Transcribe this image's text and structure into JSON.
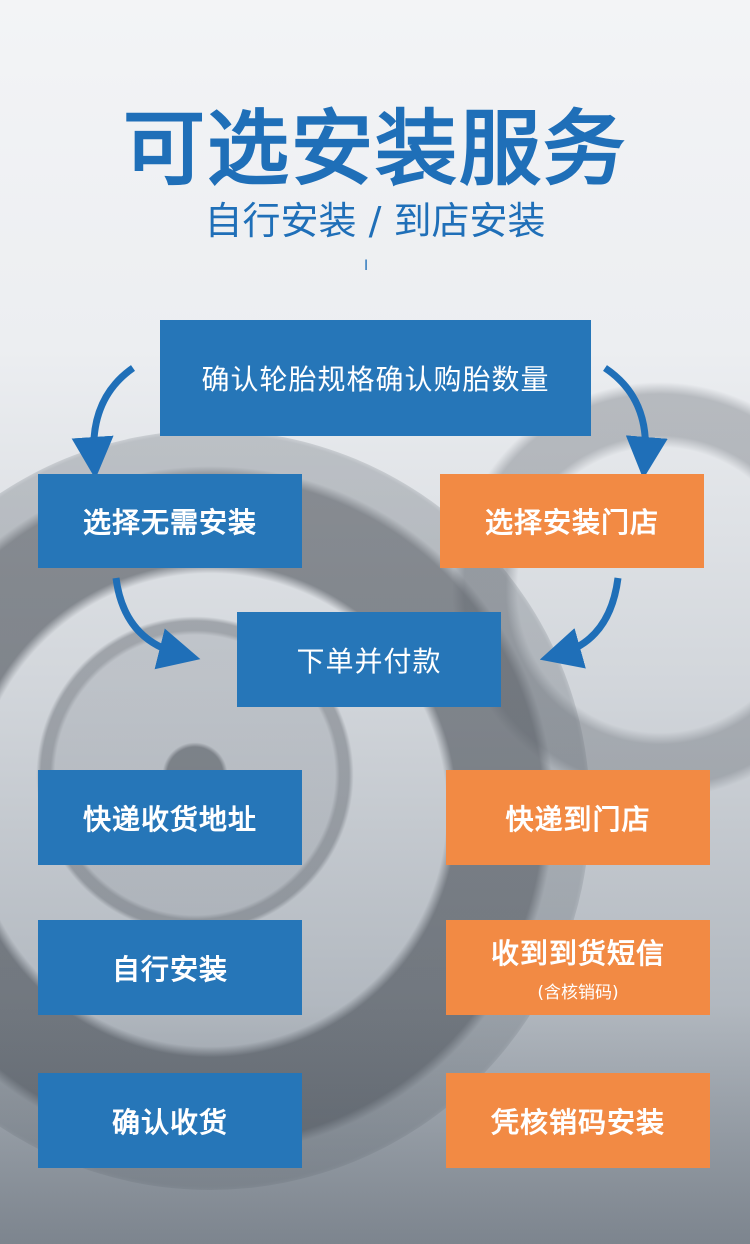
{
  "heading": {
    "title": "可选安装服务",
    "subtitle": "自行安装 / 到店安装",
    "mark": "I"
  },
  "flow": {
    "start": "确认轮胎规格确认购胎数量",
    "left_branch": "选择无需安装",
    "right_branch": "选择安装门店",
    "order": "下单并付款",
    "left_steps": [
      "快递收货地址",
      "自行安装",
      "确认收货"
    ],
    "right_steps": [
      {
        "label": "快递到门店",
        "note": ""
      },
      {
        "label": "收到到货短信",
        "note": "(含核销码)"
      },
      {
        "label": "凭核销码安装",
        "note": ""
      }
    ]
  },
  "colors": {
    "accent_blue": "#2676b8",
    "accent_orange": "#f28a44",
    "heading_blue": "#1f6fb8"
  }
}
